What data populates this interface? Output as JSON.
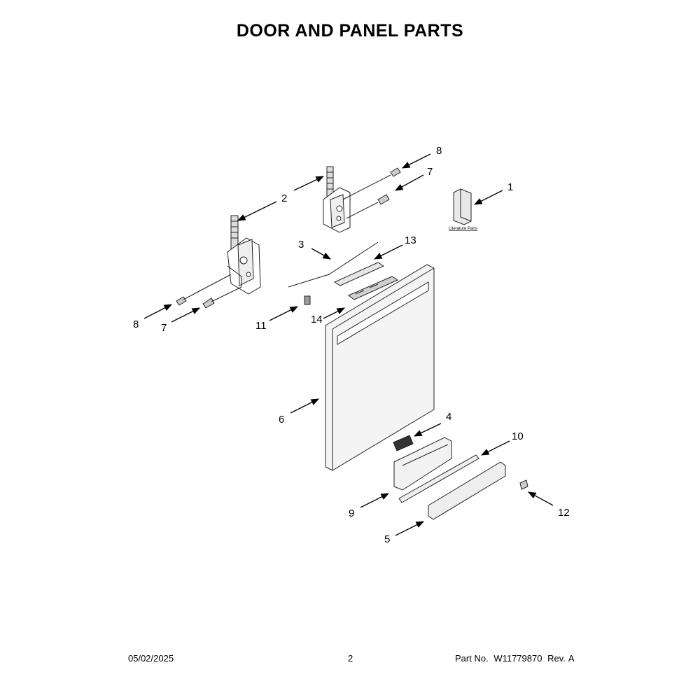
{
  "title": "DOOR AND PANEL PARTS",
  "literature_label": "Literature Parts",
  "callouts": [
    "1",
    "2",
    "3",
    "4",
    "5",
    "6",
    "7",
    "7",
    "8",
    "8",
    "9",
    "10",
    "11",
    "12",
    "13",
    "14"
  ],
  "footer": {
    "date": "05/02/2025",
    "page": "2",
    "part_label": "Part No.",
    "part_number": "W11779870",
    "rev_label": "Rev.",
    "rev": "A"
  }
}
